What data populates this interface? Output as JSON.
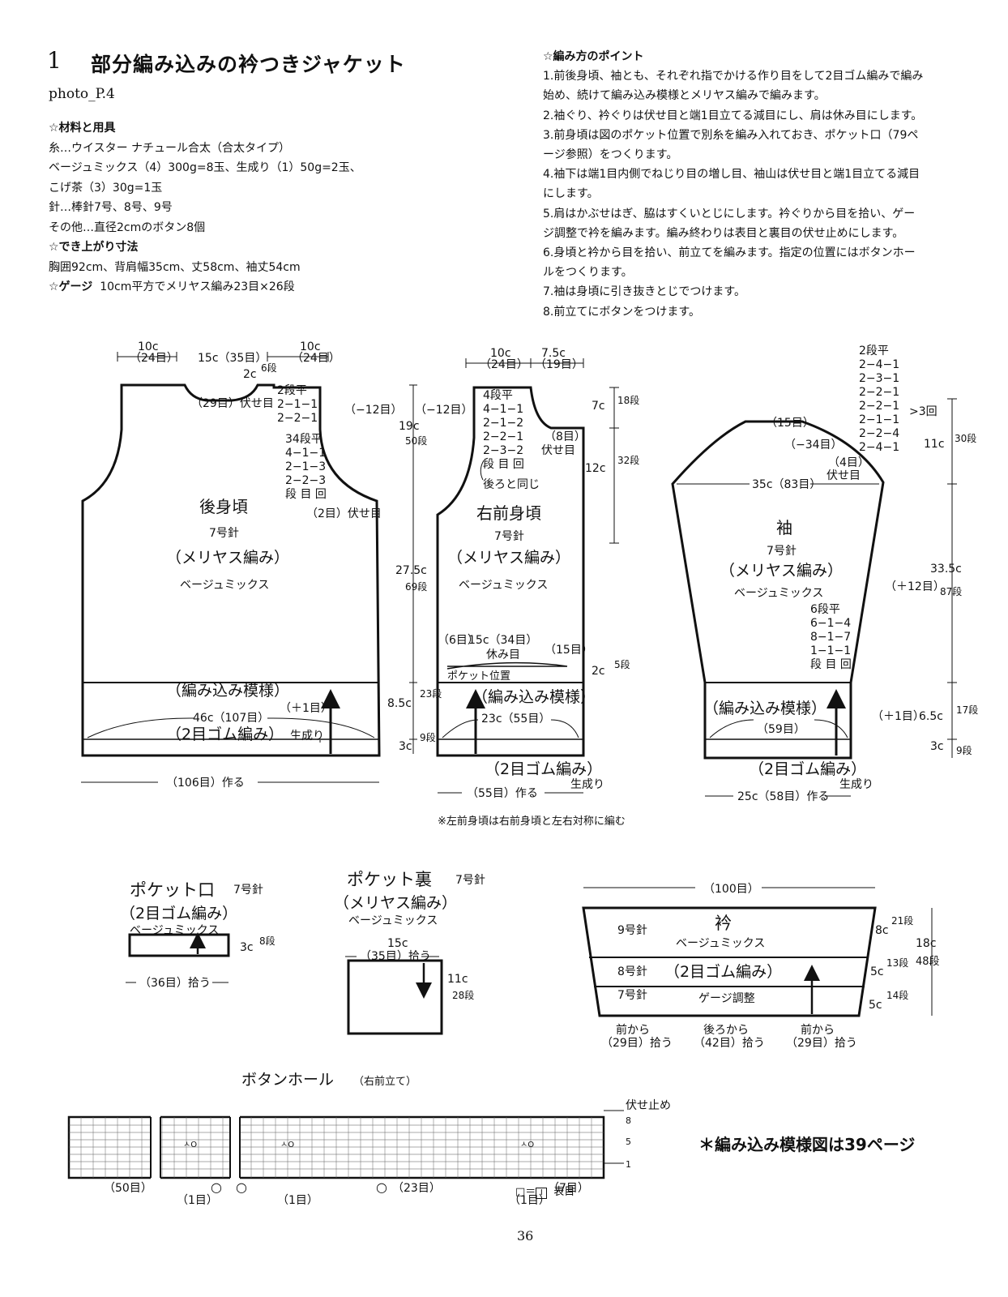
{
  "header": {
    "number": "1",
    "title": "部分編み込みの衿つきジャケット",
    "photo": "photo_P.4"
  },
  "materials": {
    "heading": "☆材料と用具",
    "lines": [
      "糸…ウイスター ナチュール合太（合太タイプ）",
      "ベージュミックス（4）300g=8玉、生成り（1）50g=2玉、",
      "こげ茶（3）30g=1玉",
      "針…棒針7号、8号、9号",
      "その他…直径2cmのボタン8個"
    ],
    "size_heading": "☆でき上がり寸法",
    "size": "胸囲92cm、背肩幅35cm、丈58cm、袖丈54cm",
    "gauge_label": "☆ゲージ",
    "gauge": "10cm平方でメリヤス編み23目×26段"
  },
  "points": {
    "heading": "☆編み方のポイント",
    "lines": [
      "1.前後身頃、袖とも、それぞれ指でかける作り目をして2目ゴム編みで編み",
      "始め、続けて編み込み模様とメリヤス編みで編みます。",
      "2.袖ぐり、衿ぐりは伏せ目と端1目立てる減目にし、肩は休み目にします。",
      "3.前身頃は図のポケット位置で別糸を編み入れておき、ポケット口（79ペ",
      "ージ参照）をつくります。",
      "4.袖下は端1目内側でねじり目の増し目、袖山は伏せ目と端1目立てる減目",
      "にします。",
      "5.肩はかぶせはぎ、脇はすくいとじにします。衿ぐりから目を拾い、ゲー",
      "ジ調整で衿を編みます。編み終わりは表目と裏目の伏せ止めにします。",
      "6.身頃と衿から目を拾い、前立てを編みます。指定の位置にはボタンホー",
      "ルをつくります。",
      "7.袖は身頃に引き抜きとじでつけます。",
      "8.前立てにボタンをつけます。"
    ]
  },
  "back": {
    "name": "後身頃",
    "needle": "7号針",
    "stitch": "（メリヤス編み）",
    "color": "ベージュミックス",
    "pattern": "（編み込み模様）",
    "rib": "（2目ゴム編み）",
    "rib_color": "生成り",
    "top_left": "10c",
    "top_left_sts": "（24目）",
    "top_mid": "15c（35目）",
    "top_right": "10c",
    "top_right_sts": "（24目）",
    "neck_depth": "2c",
    "neck_rows": "6段",
    "neck_bind": "（29目）伏せ目",
    "shoulder": [
      "2段平",
      "2−1−1",
      "2−2−1"
    ],
    "shoulder_dec": "（−12目）",
    "armhole": [
      "34段平",
      "4−1−1",
      "2−1−3",
      "2−2−3",
      "段 目 回"
    ],
    "armhole_bind": "（2目）伏せ目",
    "width": "46c（107目）",
    "inc": "（＋1目）",
    "cast_on": "（106目）作る"
  },
  "front": {
    "name": "右前身頃",
    "needle": "7号針",
    "stitch": "（メリヤス編み）",
    "color": "ベージュミックス",
    "pattern": "（編み込み模様）",
    "rib": "（2目ゴム編み）",
    "rib_color": "生成り",
    "top_left": "10c",
    "top_left_sts": "（24目）",
    "top_right": "7.5c",
    "top_right_sts": "（19目）",
    "shoulder_dec": "（−12目）",
    "neck": [
      "4段平",
      "4−1−1",
      "2−1−2",
      "2−2−1",
      "2−3−2",
      "段 目 回"
    ],
    "neck_bind": "（8目）",
    "neck_bind2": "伏せ目",
    "same_as_back": "後ろと同じ",
    "pocket_left": "（6目）",
    "pocket_mid": "15c（34目）",
    "pocket_right": "（15目）",
    "pocket_rest": "休み目",
    "pocket_pos": "ポケット位置",
    "width": "23c（55目）",
    "cast_on": "（55目）作る",
    "d_19": "19c",
    "d_50": "50段",
    "d_27": "27.5c",
    "d_69": "69段",
    "d_85": "8.5c",
    "d_23": "23段",
    "d_3": "3c",
    "d_9": "9段",
    "d_7": "7c",
    "d_18": "18段",
    "d_12": "12c",
    "d_32": "32段",
    "d_2": "2c",
    "d_5": "5段",
    "note": "※左前身頃は右前身頃と左右対称に編む"
  },
  "sleeve": {
    "name": "袖",
    "needle": "7号針",
    "stitch": "（メリヤス編み）",
    "color": "ベージュミックス",
    "pattern": "（編み込み模様）",
    "rib": "（2目ゴム編み）",
    "rib_color": "生成り",
    "cap": [
      "2段平",
      "2−4−1",
      "2−3−1",
      "2−2−1",
      "2−2−1",
      "2−1−1",
      "2−2−4",
      "2−4−1"
    ],
    "cap_times": ">3回",
    "top_sts": "（15目）",
    "cap_dec": "（−34目）",
    "bind": "（4目）",
    "bind2": "伏せ目",
    "width": "35c（83目）",
    "inc": [
      "6段平",
      "6−1−4",
      "8−1−7",
      "1−1−1",
      "段 目 回"
    ],
    "inc_total": "（＋12目）",
    "rib_sts": "（59目）",
    "inc1": "（＋1目）",
    "cast_on": "25c（58目）作る",
    "d_11": "11c",
    "d_30": "30段",
    "d_335": "33.5c",
    "d_87": "87段",
    "d_65": "6.5c",
    "d_17": "17段",
    "d_3": "3c",
    "d_9": "9段"
  },
  "pocket_edge": {
    "title": "ポケット口",
    "needle": "7号針",
    "stitch": "（2目ゴム編み）",
    "color": "ベージュミックス",
    "h": "3c",
    "rows": "8段",
    "pick": "（36目）拾う"
  },
  "pocket_back": {
    "title": "ポケット裏",
    "needle": "7号針",
    "stitch": "（メリヤス編み）",
    "color": "ベージュミックス",
    "w": "15c",
    "pick": "（35目）拾う",
    "h": "11c",
    "rows": "28段"
  },
  "collar": {
    "name": "衿",
    "sts": "（100目）",
    "rows": [
      {
        "needle": "9号針",
        "label": "ベージュミックス",
        "h": "8c",
        "r": "21段"
      },
      {
        "needle": "8号針",
        "label": "（2目ゴム編み）",
        "h": "5c",
        "r": "13段"
      },
      {
        "needle": "7号針",
        "label": "ゲージ調整",
        "h": "5c",
        "r": "14段"
      }
    ],
    "total_h": "18c",
    "total_r": "48段",
    "pick": [
      {
        "a": "前から",
        "b": "（29目）拾う"
      },
      {
        "a": "後ろから",
        "b": "（42目）拾う"
      },
      {
        "a": "前から",
        "b": "（29目）拾う"
      }
    ]
  },
  "buttonhole": {
    "title": "ボタンホール",
    "sub": "（右前立て）",
    "bind_off": "伏せ止め",
    "r8": "8",
    "r5": "5",
    "r1": "1",
    "s50": "（50目）",
    "s1": "（1目）",
    "s23": "（23目）",
    "s7": "（7目）",
    "circle": "○",
    "hole": "ㅅO"
  },
  "legend": {
    "sym": "□＝",
    "box": "I",
    "text": "表目"
  },
  "footnote": "＊編み込み模様図は39ページ",
  "page_number": "36"
}
